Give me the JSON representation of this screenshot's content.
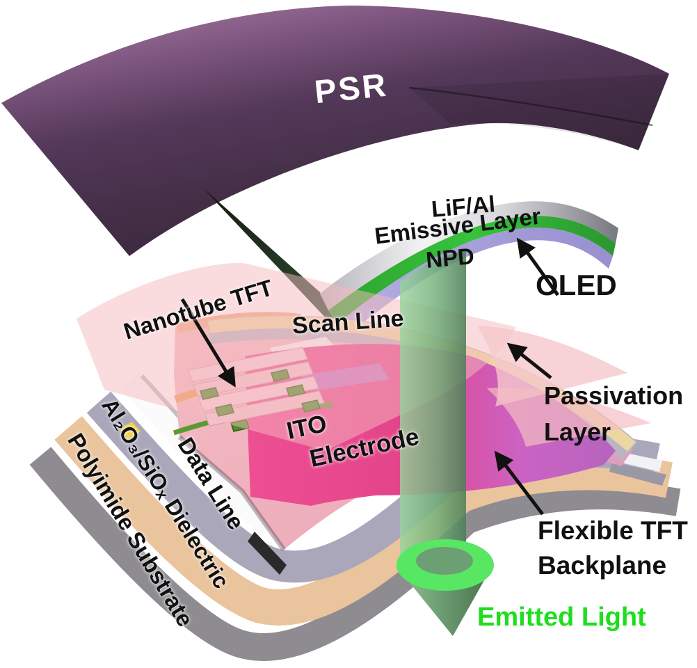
{
  "figure": {
    "title": "Exploded-view schematic of a flexible nanotube-TFT OLED display stack",
    "type": "3d-exploded-diagram",
    "labels": {
      "psr": "PSR",
      "lif_al": "LiF/Al",
      "emissive_layer": "Emissive Layer",
      "npd": "NPD",
      "oled": "OLED",
      "nanotube_tft": "Nanotube TFT",
      "scan_line": "Scan Line",
      "ito_line1": "ITO",
      "ito_line2": "Electrode",
      "passivation_line1": "Passivation",
      "passivation_line2": "Layer",
      "flexible_line1": "Flexible TFT",
      "flexible_line2": "Backplane",
      "emitted_light": "Emitted Light",
      "data_line": "Data Line",
      "dielectric": "Al₂O₃/SiOₓ Dielectric",
      "polyimide": "Polyimide Substrate"
    },
    "colors": {
      "psr_purple_dark": "#3c2a3e",
      "psr_purple_light": "#aa7da4",
      "lif_al_gray": "#d9d9dc",
      "emissive_green": "#35b437",
      "npd_lavender": "#aaa5de",
      "passivation_pink": "#f5c2c6",
      "ito_magenta": "#e84f90",
      "ito_violet": "#c468cd",
      "scan_line_tan": "#ecd7a2",
      "gate_orange": "#ee9c50",
      "dielectric_gray": "#aba7bb",
      "polyimide_tan": "#eac49c",
      "substrate_gray": "#8e8c90",
      "data_line_white": "#fbfbfb",
      "emitted_light_green": "#1ede1e",
      "beam_green": "#6fae77",
      "label_black": "#111111",
      "label_white": "#ffffff"
    }
  }
}
